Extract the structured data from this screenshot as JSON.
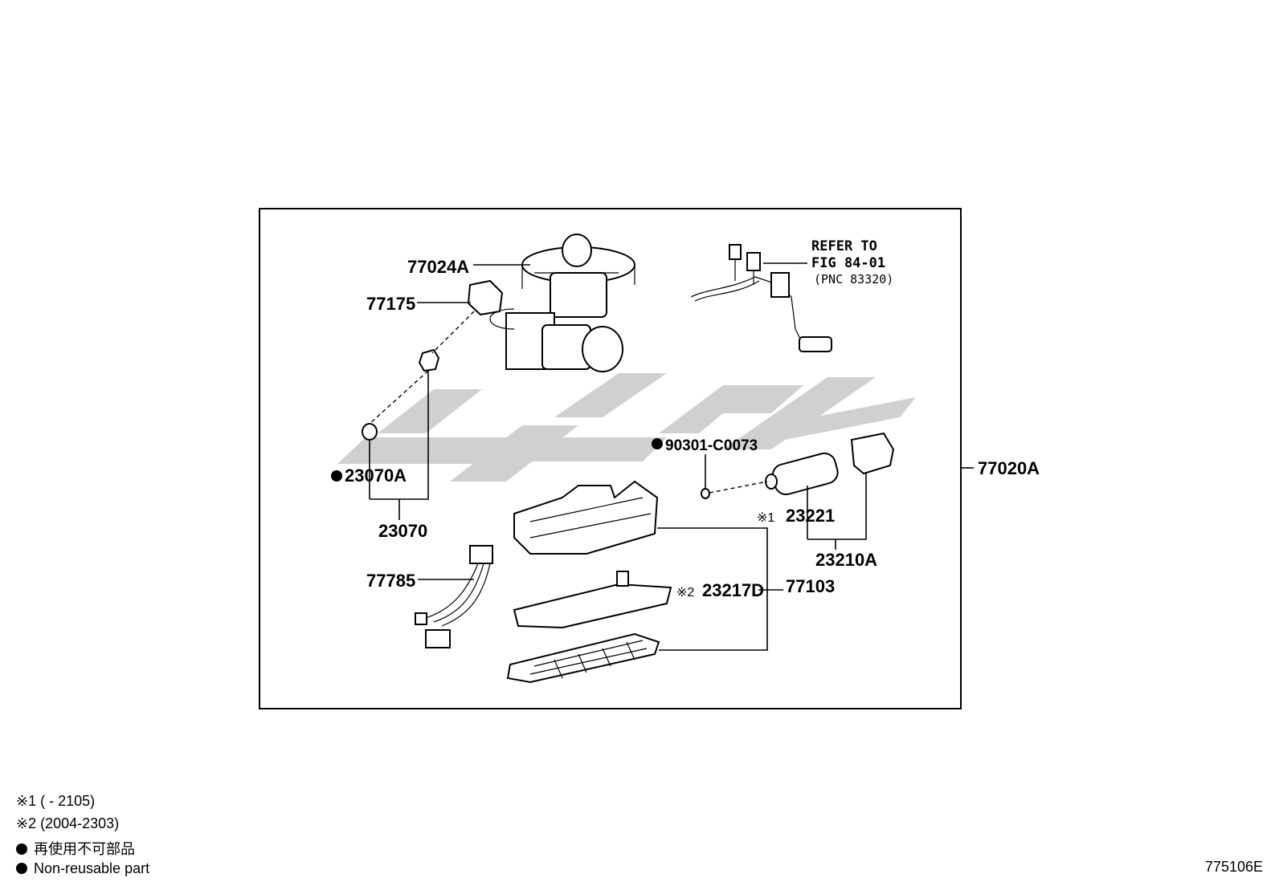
{
  "parts": {
    "p77024A": "77024A",
    "p77175": "77175",
    "p23070A": "23070A",
    "p23070": "23070",
    "p77785": "77785",
    "p90301": "90301-C0073",
    "p23221": "23221",
    "p23221_mark": "※1",
    "p23210A": "23210A",
    "p23217D": "23217D",
    "p23217D_mark": "※2",
    "p77103": "77103",
    "p77020A": "77020A"
  },
  "refer": {
    "line1": "REFER TO",
    "line2": "FIG 84-01",
    "line3": "(PNC 83320)"
  },
  "legend": {
    "note1": "※1 (      - 2105)",
    "note2": "※2 (2004-2303)",
    "nonreusable_jp": "再使用不可部品",
    "nonreusable_en": "Non-reusable part"
  },
  "figure_code": "775106E"
}
